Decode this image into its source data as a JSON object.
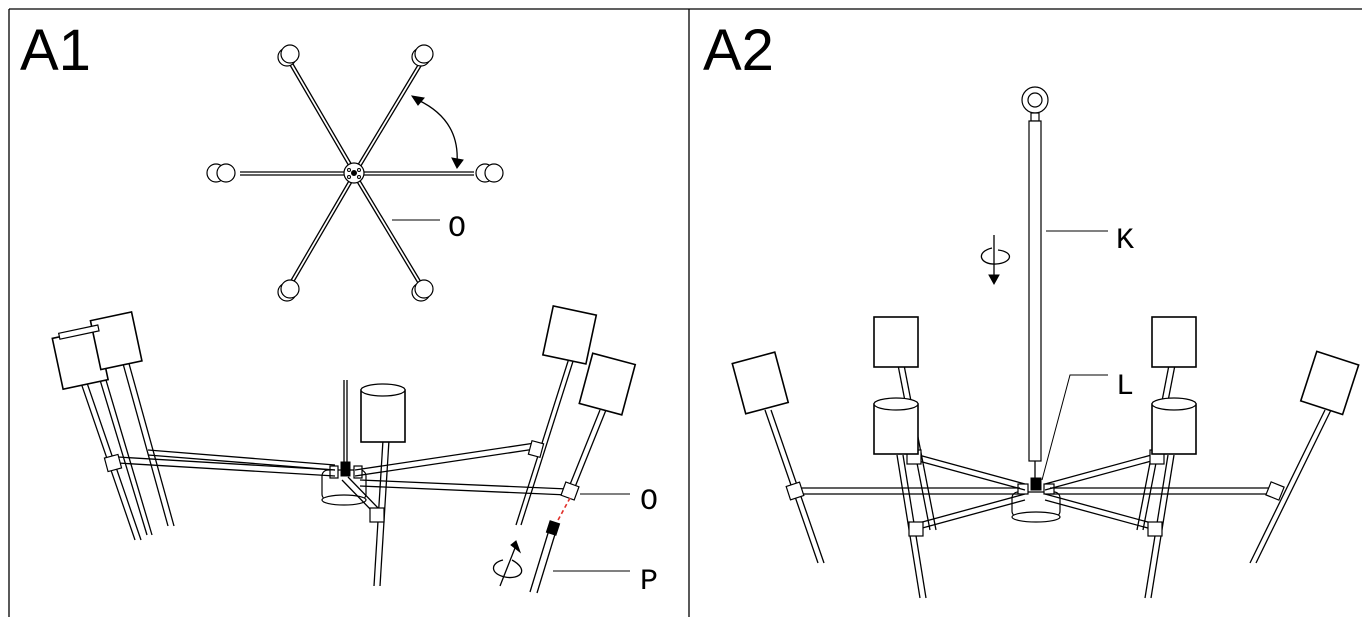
{
  "panels": [
    {
      "id": "A1",
      "title": "A1"
    },
    {
      "id": "A2",
      "title": "A2"
    }
  ],
  "callouts": {
    "a1_top_arm": "O",
    "a1_bottom_arm": "O",
    "a1_rod": "P",
    "a2_rod": "K",
    "a2_connector": "L"
  },
  "colors": {
    "line": "#000000",
    "background": "#ffffff",
    "connector_dash": "#e0302a"
  },
  "icons": [
    "rotate-arrow-icon",
    "curved-double-arrow-icon",
    "ring-hook-icon"
  ]
}
